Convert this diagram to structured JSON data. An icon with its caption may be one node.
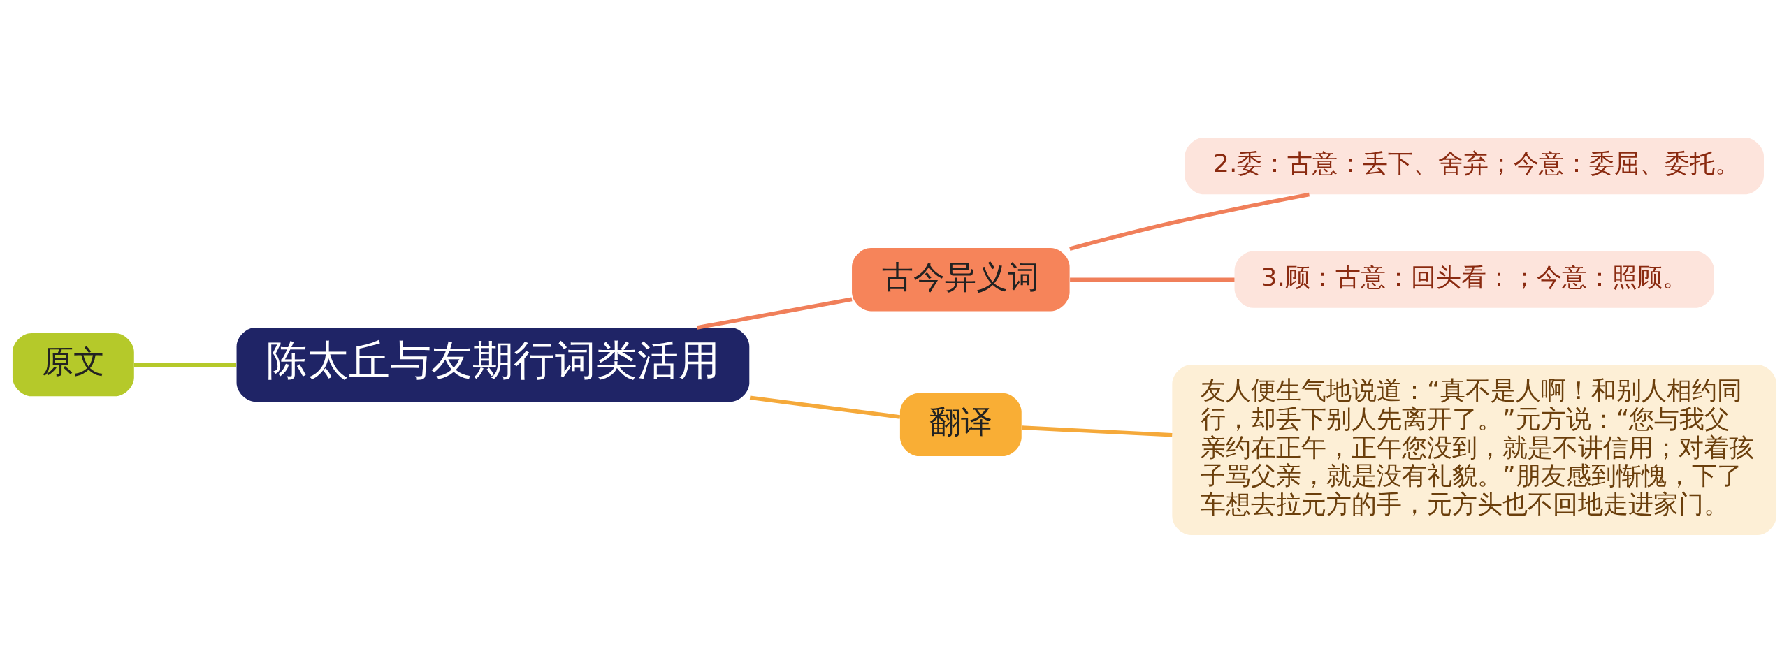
{
  "diagram": {
    "nodes": [
      {
        "text": [
          "陈太丘与友期行词类活用"
        ]
      },
      {
        "text": [
          "原文"
        ]
      },
      {
        "text": [
          "古今异义词"
        ]
      },
      {
        "text": [
          "2.委：古意：丢下、舍弃；今意：委屈、委托。"
        ]
      },
      {
        "text": [
          "3.顾：古意：回头看：；今意：照顾。"
        ]
      },
      {
        "text": [
          "翻译"
        ]
      },
      {
        "text": [
          "友人便生气地说道：“真不是人啊！和别人相约同行，却丢下别人先离开了。”元方说：“您与我父亲约在正午，正午您没到，就是不讲信用；对着孩子骂父亲，就是没有礼貌。”朋友感到惭愧，下了车想去拉元方的手，元方头也不回地走进家门。"
        ]
      }
    ],
    "edges": [
      {
        "from": 0,
        "to": 1,
        "arrow": "none",
        "color": "#b5c92a"
      },
      {
        "from": 0,
        "to": 2,
        "arrow": "none",
        "color": "#f07f5a"
      },
      {
        "from": 2,
        "to": 3,
        "arrow": "none",
        "color": "#f07f5a"
      },
      {
        "from": 2,
        "to": 4,
        "arrow": "none",
        "color": "#f07f5a"
      },
      {
        "from": 0,
        "to": 5,
        "arrow": "none",
        "color": "#f5a93a"
      },
      {
        "from": 5,
        "to": 6,
        "arrow": "none",
        "color": "#f5a93a"
      }
    ]
  }
}
